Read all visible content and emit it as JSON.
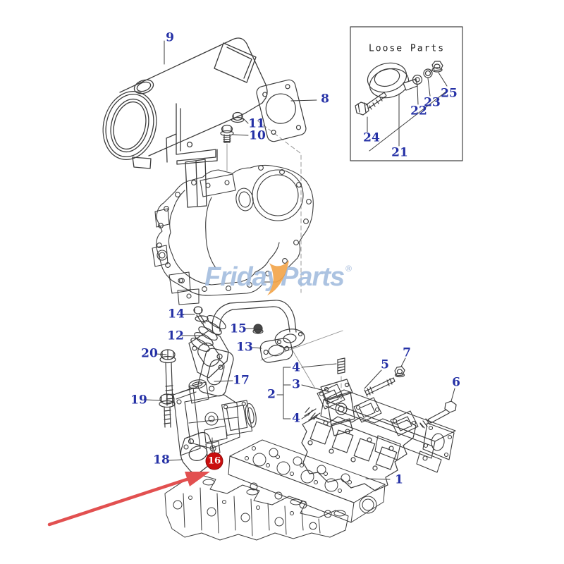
{
  "diagram": {
    "title_hint": "exploded parts diagram - muffler and exhaust manifold",
    "colors": {
      "label_blue": "#2531a6",
      "line": "#3b3b3b",
      "highlight_red": "#cb0f0f",
      "arrow_red": "#e25050",
      "watermark_blue": "#a6bedf",
      "watermark_orange": "#f3a54b"
    },
    "watermark": {
      "prefix": "Frida",
      "letter_y": "y",
      "suffix": "Parts",
      "registered": "®"
    },
    "loose_parts_box": {
      "title": "Loose Parts"
    },
    "callouts": {
      "c1": {
        "text": "1"
      },
      "c2": {
        "text": "2"
      },
      "c3": {
        "text": "3"
      },
      "c4a": {
        "text": "4"
      },
      "c4b": {
        "text": "4"
      },
      "c5": {
        "text": "5"
      },
      "c6": {
        "text": "6"
      },
      "c7": {
        "text": "7"
      },
      "c8": {
        "text": "8"
      },
      "c9": {
        "text": "9"
      },
      "c10": {
        "text": "10"
      },
      "c11": {
        "text": "11"
      },
      "c12": {
        "text": "12"
      },
      "c13": {
        "text": "13"
      },
      "c14": {
        "text": "14"
      },
      "c15": {
        "text": "15"
      },
      "c16": {
        "text": "16"
      },
      "c17": {
        "text": "17"
      },
      "c18": {
        "text": "18"
      },
      "c19": {
        "text": "19"
      },
      "c20": {
        "text": "20"
      },
      "c21": {
        "text": "21"
      },
      "c22": {
        "text": "22"
      },
      "c23": {
        "text": "23"
      },
      "c24": {
        "text": "24"
      },
      "c25": {
        "text": "25"
      }
    }
  }
}
